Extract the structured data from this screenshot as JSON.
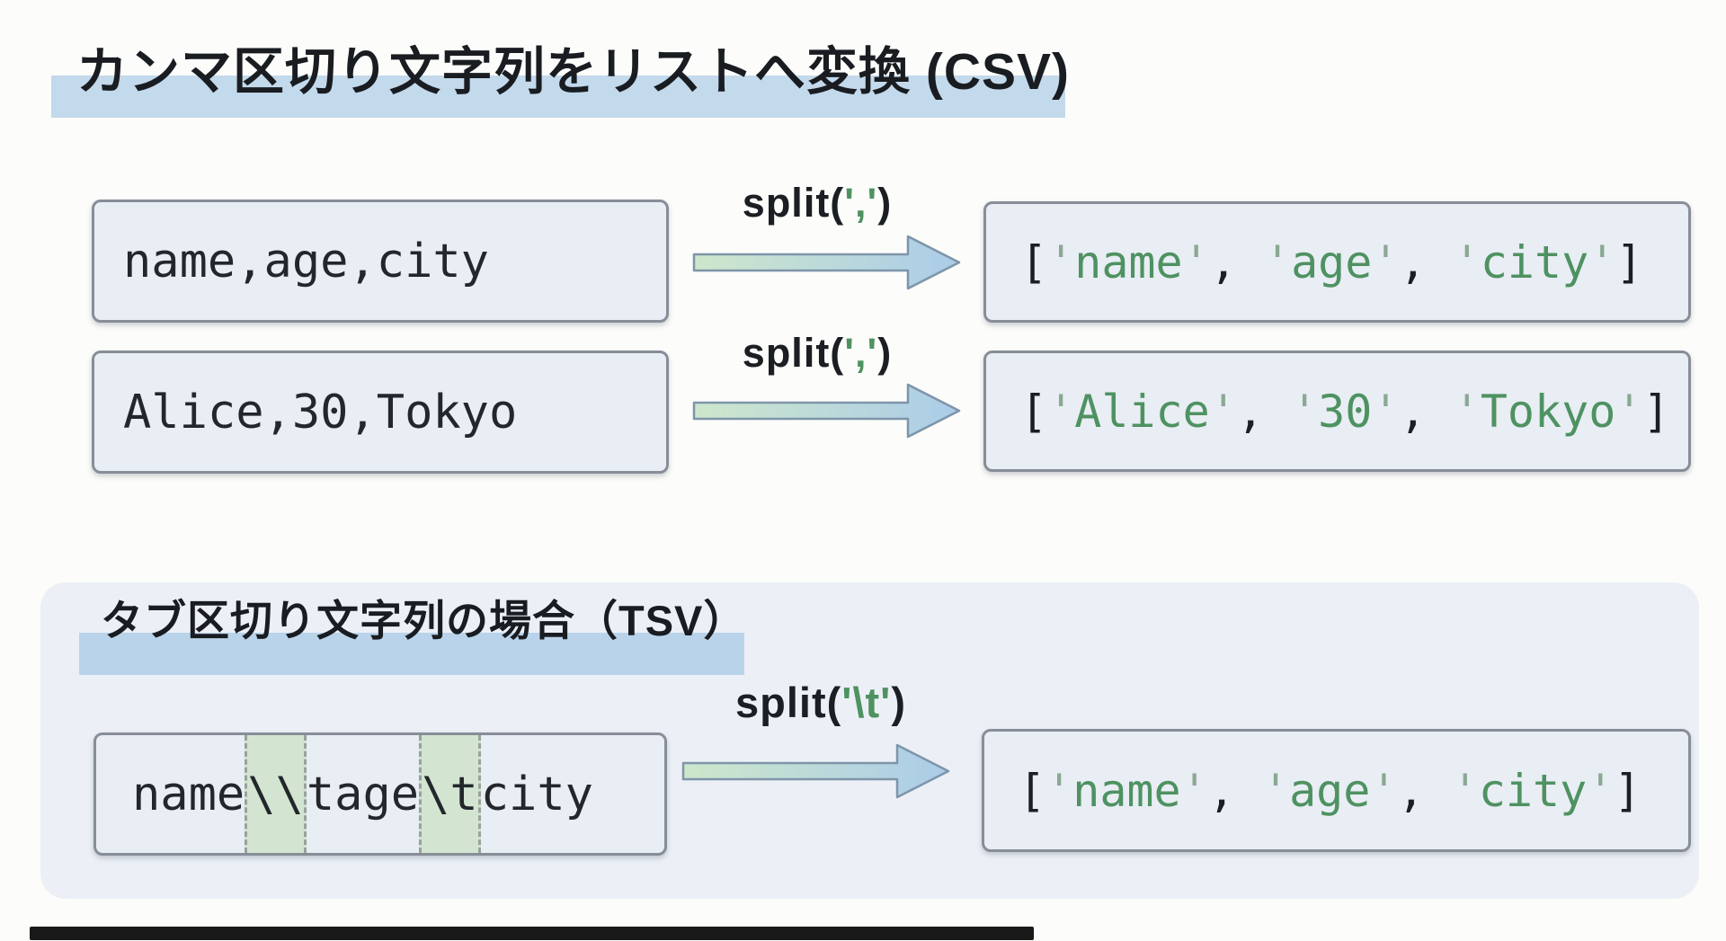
{
  "colors": {
    "page_bg": "#fcfcfa",
    "title_highlight_blue": "#c3d9ec",
    "tsv_panel_bg": "#ecf0f6",
    "box_bg": "#e9edf4",
    "box_border": "#878e98",
    "code_green": "#4e9261",
    "quote_green": "#8aa893",
    "tab_highlight_green": "#d3e5d1",
    "arrow_gradient_start": "#cde7cb",
    "arrow_gradient_end": "#abcce9",
    "arrow_outline": "#7e95a9"
  },
  "csv_section": {
    "title": "カンマ区切り文字列をリストへ変換 (CSV)",
    "rows": [
      {
        "input": "name,age,city",
        "operation": [
          {
            "text": "split(",
            "color": "ink"
          },
          {
            "text": "','",
            "color": "green"
          },
          {
            "text": ")",
            "color": "ink"
          }
        ],
        "output": [
          {
            "text": "[",
            "color": "ink"
          },
          {
            "text": "'",
            "color": "quote"
          },
          {
            "text": "name",
            "color": "green"
          },
          {
            "text": "'",
            "color": "quote"
          },
          {
            "text": ", ",
            "color": "ink"
          },
          {
            "text": "'",
            "color": "quote"
          },
          {
            "text": "age",
            "color": "green"
          },
          {
            "text": "'",
            "color": "quote"
          },
          {
            "text": ", ",
            "color": "ink"
          },
          {
            "text": "'",
            "color": "quote"
          },
          {
            "text": "city",
            "color": "green"
          },
          {
            "text": "'",
            "color": "quote"
          },
          {
            "text": "]",
            "color": "ink"
          }
        ]
      },
      {
        "input": "Alice,30,Tokyo",
        "operation": [
          {
            "text": "split(",
            "color": "ink"
          },
          {
            "text": "','",
            "color": "green"
          },
          {
            "text": ")",
            "color": "ink"
          }
        ],
        "output": [
          {
            "text": "[",
            "color": "ink"
          },
          {
            "text": "'",
            "color": "quote"
          },
          {
            "text": "Alice",
            "color": "green"
          },
          {
            "text": "'",
            "color": "quote"
          },
          {
            "text": ", ",
            "color": "ink"
          },
          {
            "text": "'",
            "color": "quote"
          },
          {
            "text": "30",
            "color": "green"
          },
          {
            "text": "'",
            "color": "quote"
          },
          {
            "text": ", ",
            "color": "ink"
          },
          {
            "text": "'",
            "color": "quote"
          },
          {
            "text": "Tokyo",
            "color": "green"
          },
          {
            "text": "'",
            "color": "quote"
          },
          {
            "text": "]",
            "color": "ink"
          }
        ]
      }
    ]
  },
  "tsv_section": {
    "title": "タブ区切り文字列の場合（TSV）",
    "row": {
      "input_segments": [
        {
          "text": "name",
          "highlighted": false
        },
        {
          "text": "\\\\",
          "highlighted": true
        },
        {
          "text": "tage",
          "highlighted": false
        },
        {
          "text": "\\t",
          "highlighted": true
        },
        {
          "text": "city",
          "highlighted": false
        }
      ],
      "operation": [
        {
          "text": "split(",
          "color": "ink"
        },
        {
          "text": "'\\t'",
          "color": "green"
        },
        {
          "text": ")",
          "color": "ink"
        }
      ],
      "output": [
        {
          "text": "[",
          "color": "ink"
        },
        {
          "text": "'",
          "color": "quote"
        },
        {
          "text": "name",
          "color": "green"
        },
        {
          "text": "'",
          "color": "quote"
        },
        {
          "text": ", ",
          "color": "ink"
        },
        {
          "text": "'",
          "color": "quote"
        },
        {
          "text": "age",
          "color": "green"
        },
        {
          "text": "'",
          "color": "quote"
        },
        {
          "text": ", ",
          "color": "ink"
        },
        {
          "text": "'",
          "color": "quote"
        },
        {
          "text": "city",
          "color": "green"
        },
        {
          "text": "'",
          "color": "quote"
        },
        {
          "text": "]",
          "color": "ink"
        }
      ]
    }
  }
}
